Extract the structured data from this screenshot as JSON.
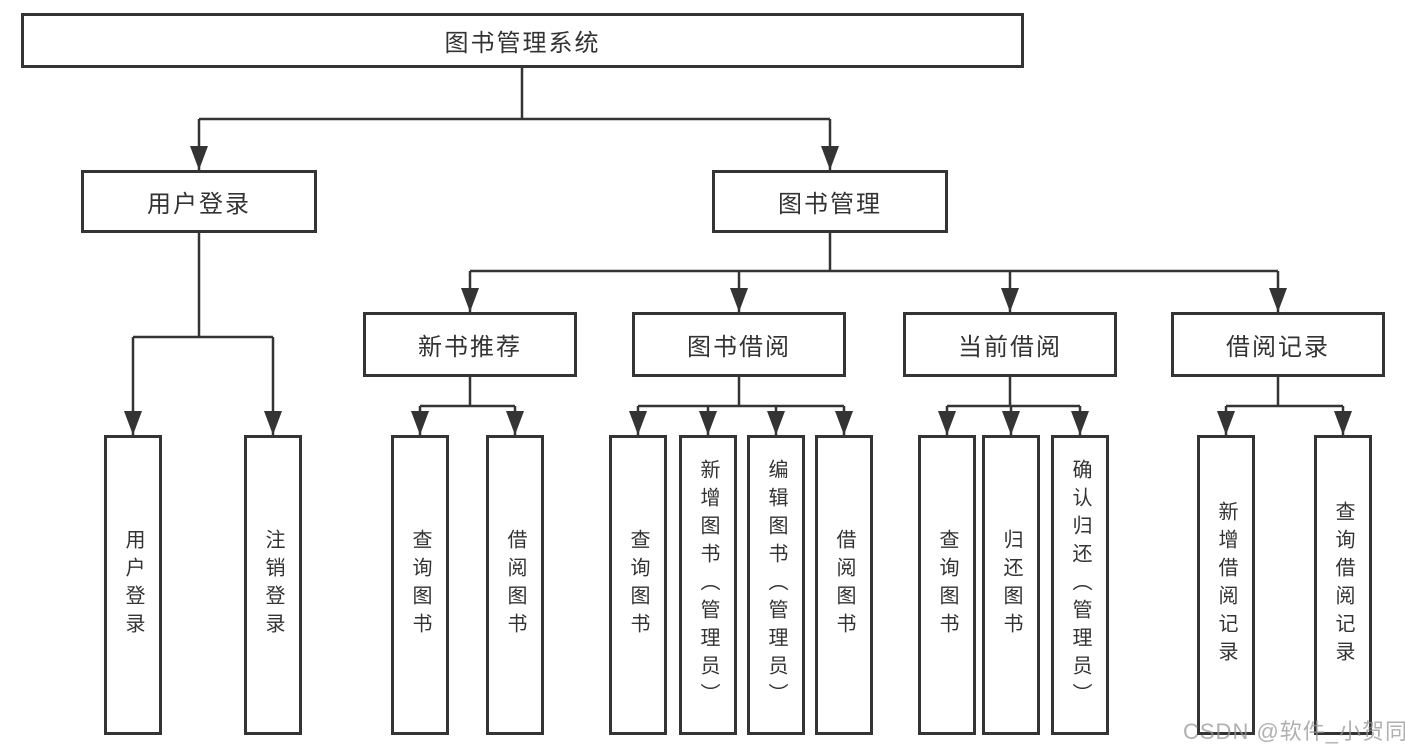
{
  "nodes": {
    "root": "图书管理系统",
    "userLogin": "用户登录",
    "bookManagement": "图书管理",
    "newBookRecommend": "新书推荐",
    "bookBorrow": "图书借阅",
    "currentBorrow": "当前借阅",
    "borrowRecords": "借阅记录",
    "userLoginLeaf": "用户登录",
    "logoutLeaf": "注销登录",
    "recQueryBooks": "查询图书",
    "recBorrowBooks": "借阅图书",
    "bbQueryBooks": "查询图书",
    "bbAddBooks": "新增图书（管理员）",
    "bbEditBooks": "编辑图书（管理员）",
    "bbBorrowBooks": "借阅图书",
    "cbQueryBooks": "查询图书",
    "cbReturnBooks": "归还图书",
    "cbConfirmReturn": "确认归还（管理员）",
    "brAddRecord": "新增借阅记录",
    "brQueryRecord": "查询借阅记录"
  },
  "hierarchy": {
    "图书管理系统": {
      "用户登录": [
        "用户登录",
        "注销登录"
      ],
      "图书管理": {
        "新书推荐": [
          "查询图书",
          "借阅图书"
        ],
        "图书借阅": [
          "查询图书",
          "新增图书（管理员）",
          "编辑图书（管理员）",
          "借阅图书"
        ],
        "当前借阅": [
          "查询图书",
          "归还图书",
          "确认归还（管理员）"
        ],
        "借阅记录": [
          "新增借阅记录",
          "查询借阅记录"
        ]
      }
    }
  },
  "watermark": "CSDN @软件_小贺同学",
  "colors": {
    "line": "#343434",
    "text": "#333333",
    "background": "#ffffff",
    "watermark": "#969696"
  }
}
